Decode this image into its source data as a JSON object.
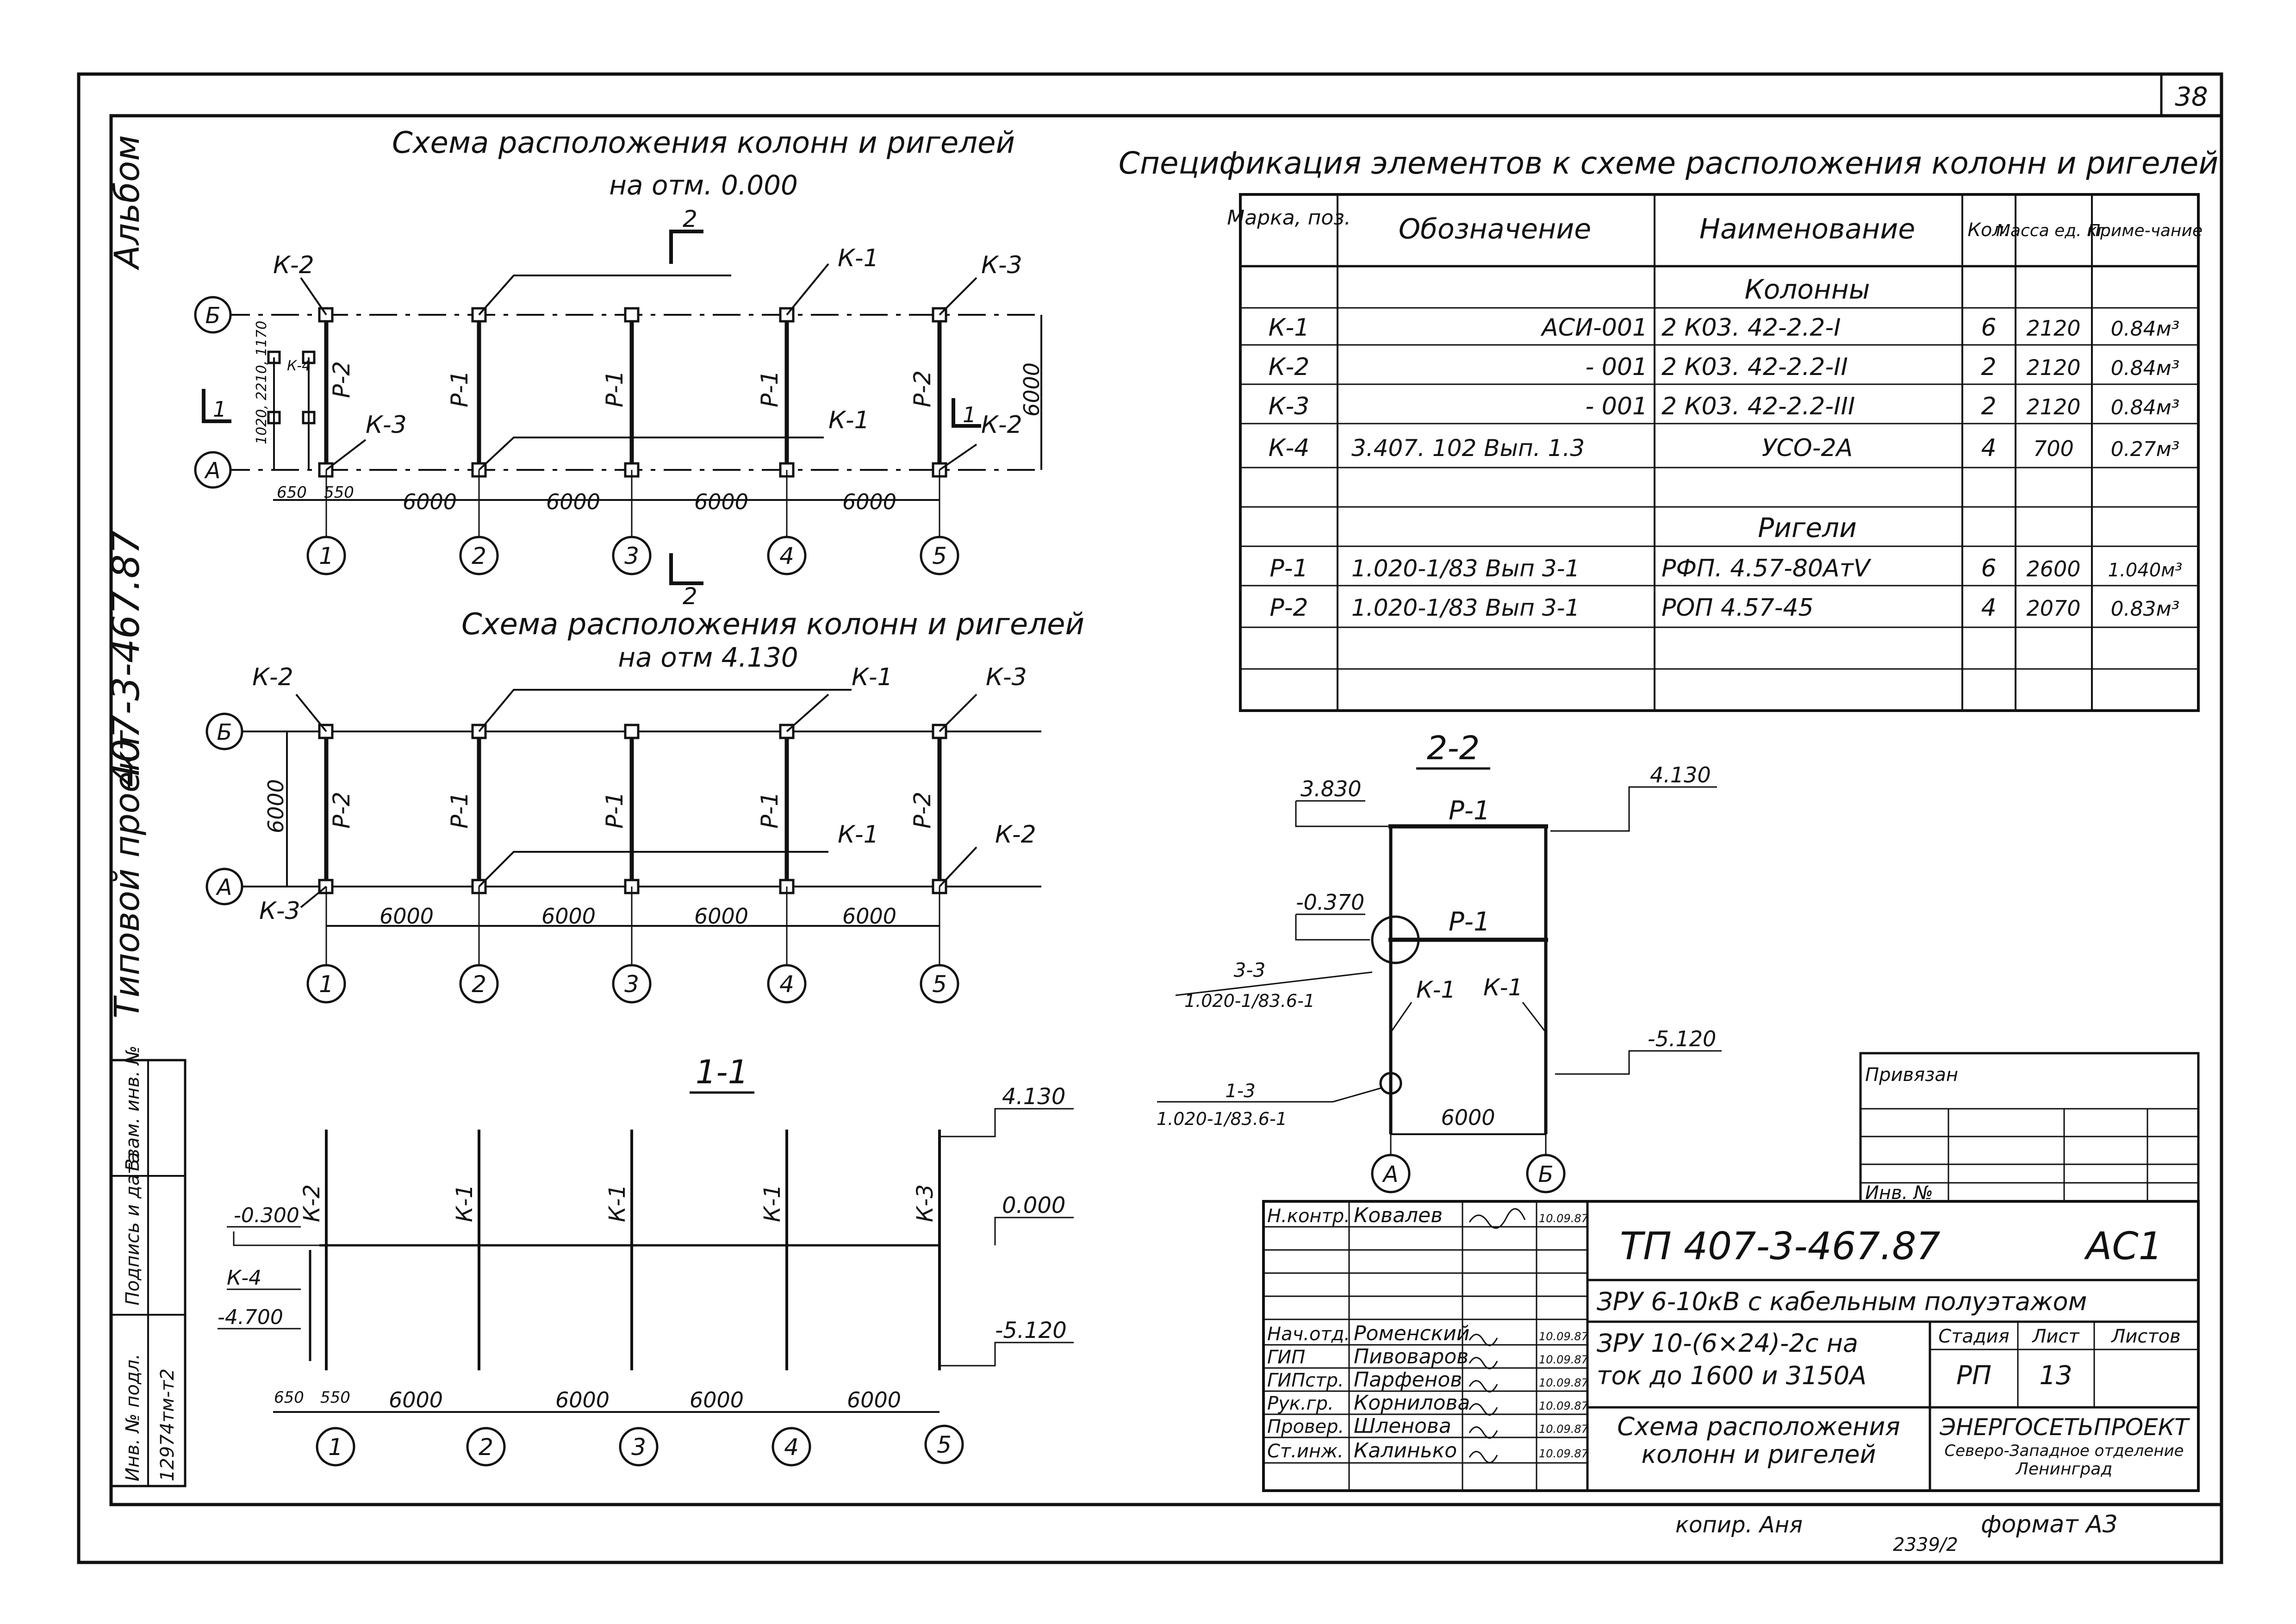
{
  "sheet_number": "38",
  "side_labels": {
    "album": "Альбом",
    "project_code": "407-3-467.87",
    "typical_project": "Типовой проект"
  },
  "plan1": {
    "title": "Схема расположения колонн и ригелей",
    "subtitle": "на отм. 0.000"
  },
  "plan2": {
    "title": "Схема расположения колонн и ригелей",
    "subtitle": "на отм 4.130"
  },
  "axes_letters": [
    "Б",
    "А"
  ],
  "axes_numbers": [
    "1",
    "2",
    "3",
    "4",
    "5"
  ],
  "spans": [
    "6000",
    "6000",
    "6000",
    "6000"
  ],
  "small_dims": [
    "650",
    "550"
  ],
  "dim_6000": "6000",
  "k4_dims": "1020, 2210, 1170",
  "members": {
    "k1": "К-1",
    "k2": "К-2",
    "k3": "К-3",
    "k4": "К-4",
    "p1": "Р-1",
    "p2": "Р-2"
  },
  "section_marks": {
    "s2": "2",
    "s1": "1"
  },
  "spec": {
    "title": "Спецификация элементов к схеме расположения колонн и ригелей",
    "headers": [
      "Марка, поз.",
      "Обозначение",
      "Наименование",
      "Кол.",
      "Масса ед. кг.",
      "Приме-чание"
    ],
    "group_columns": "Колонны",
    "group_beams": "Ригели",
    "rows_columns": [
      [
        "К-1",
        "АСИ-001",
        "2 К03. 42-2.2-I",
        "6",
        "2120",
        "0.84м³"
      ],
      [
        "К-2",
        "- 001",
        "2 К03. 42-2.2-II",
        "2",
        "2120",
        "0.84м³"
      ],
      [
        "К-3",
        "- 001",
        "2 К03. 42-2.2-III",
        "2",
        "2120",
        "0.84м³"
      ],
      [
        "К-4",
        "3.407. 102 Вып. 1.3",
        "УСО-2А",
        "4",
        "700",
        "0.27м³"
      ]
    ],
    "rows_beams": [
      [
        "Р-1",
        "1.020-1/83 Вып 3-1",
        "РФП. 4.57-80АтV",
        "6",
        "2600",
        "1.040м³"
      ],
      [
        "Р-2",
        "1.020-1/83 Вып 3-1",
        "РОП 4.57-45",
        "4",
        "2070",
        "0.83м³"
      ]
    ]
  },
  "section11": {
    "title": "1-1",
    "levels": [
      "4.130",
      "0.000",
      "-0.300",
      "-4.700",
      "-5.120"
    ]
  },
  "section22": {
    "title": "2-2",
    "levels": [
      "3.830",
      "4.130",
      "-0.370",
      "-5.120"
    ],
    "width": "6000",
    "ref33_a": "3-3",
    "ref33_b": "1.020-1/83.6-1",
    "ref13_a": "1-3",
    "ref13_b": "1.020-1/83.6-1"
  },
  "stamp": {
    "privyazan": "Привязан",
    "inv_no": "Инв. №",
    "code": "ТП 407-3-467.87",
    "sheet_type": "АС1",
    "desc_line1": "ЗРУ 6-10кВ с кабельным полуэтажом",
    "desc_line2": "ЗРУ 10-(6×24)-2с на",
    "desc_line3": "ток до 1600 и 3150А",
    "drawing_title_1": "Схема расположения",
    "drawing_title_2": "колонн и ригелей",
    "stage_header": "Стадия",
    "sheet_header": "Лист",
    "sheets_header": "Листов",
    "stage": "РП",
    "sheet": "13",
    "org1": "ЭНЕРГОСЕТЬПРОЕКТ",
    "org2": "Северо-Западное отделение",
    "org3": "Ленинград",
    "people": [
      {
        "role": "Н.контр.",
        "name": "Ковалев",
        "date": "10.09.87"
      },
      {
        "role": "Нач.отд.",
        "name": "Роменский",
        "date": "10.09.87"
      },
      {
        "role": "ГИП",
        "name": "Пивоваров",
        "date": "10.09.87"
      },
      {
        "role": "ГИПстр.",
        "name": "Парфенов",
        "date": "10.09.87"
      },
      {
        "role": "Рук.гр.",
        "name": "Корнилова",
        "date": "10.09.87"
      },
      {
        "role": "Провер.",
        "name": "Шленова",
        "date": "10.09.87"
      },
      {
        "role": "Ст.инж.",
        "name": "Калинько",
        "date": "10.09.87"
      }
    ]
  },
  "left_block": {
    "inv_orig": "Инв. № подл.",
    "sign_date": "Подпись и дата",
    "inv_repl": "Взам. инв. №",
    "inv_value": "12974тм-т2"
  },
  "footer": {
    "copied": "копир. Аня",
    "format": "формат А3",
    "number": "2339/2"
  }
}
